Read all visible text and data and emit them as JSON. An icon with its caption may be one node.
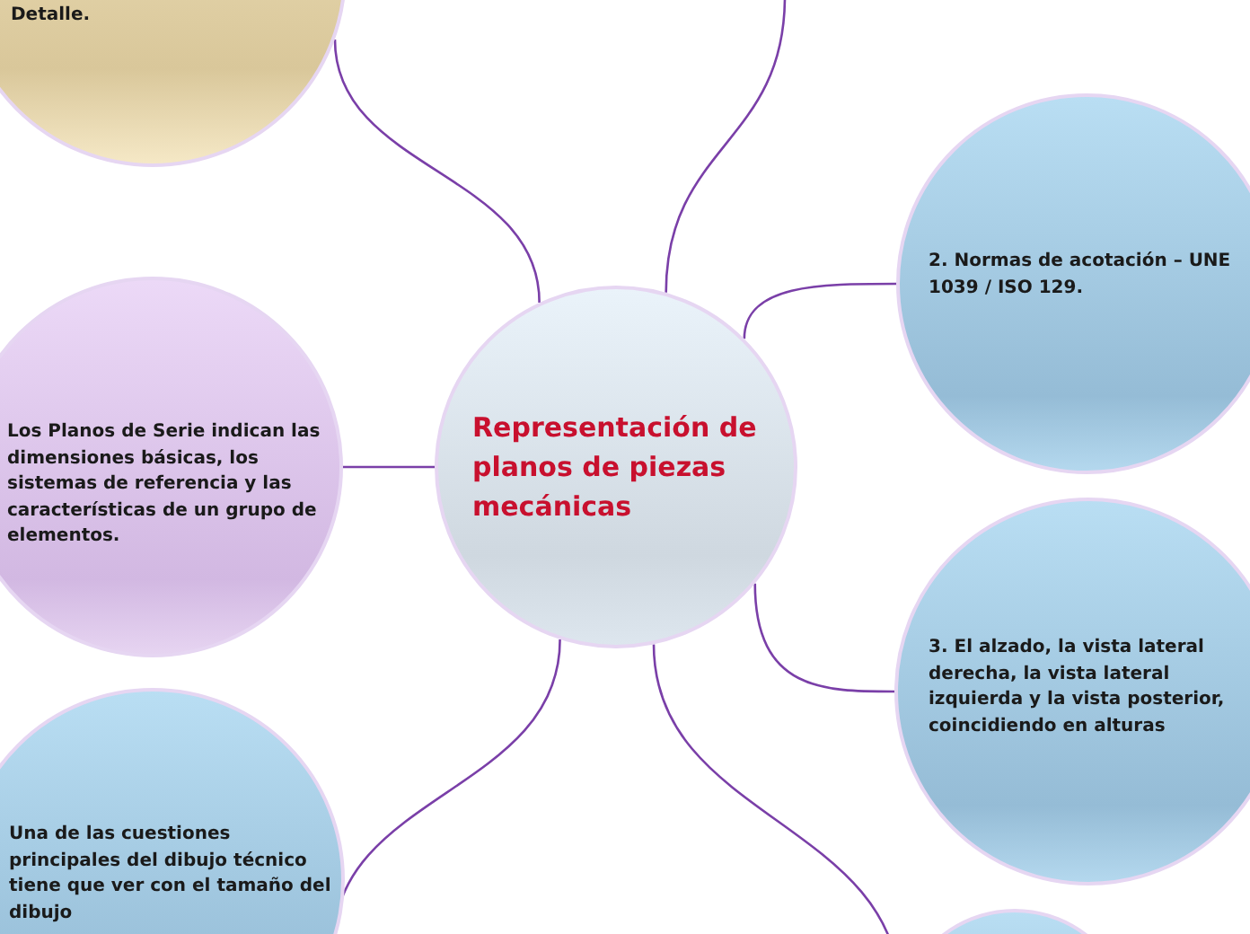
{
  "diagram": {
    "nodes": [
      {
        "text": [
          "Representación de planos de piezas mecánicas"
        ]
      },
      {
        "text": [
          "Detalle."
        ]
      },
      {
        "text": [
          "Los Planos de Serie indican las dimensiones básicas, los sistemas de referencia y las características de un grupo de elementos."
        ]
      },
      {
        "text": [
          "Una de las cuestiones principales del dibujo técnico tiene que ver con el tamaño del dibujo"
        ]
      },
      {
        "text": [
          "2. Normas de acotación – UNE 1039 / ISO 129."
        ]
      },
      {
        "text": [
          "3. El alzado, la vista lateral derecha, la vista lateral izquierda y la vista posterior, coincidiendo en alturas"
        ]
      },
      {
        "text": [],
        "shape": "circle"
      }
    ],
    "edges": [
      {
        "from": 0,
        "to": 1,
        "arrow": "none"
      },
      {
        "from": 0,
        "to": null,
        "arrow": "none"
      },
      {
        "from": 0,
        "to": 2,
        "arrow": "none"
      },
      {
        "from": 0,
        "to": 3,
        "arrow": "none"
      },
      {
        "from": 0,
        "to": 4,
        "arrow": "none"
      },
      {
        "from": 0,
        "to": 5,
        "arrow": "none"
      },
      {
        "from": 0,
        "to": 6,
        "arrow": "none"
      }
    ]
  }
}
